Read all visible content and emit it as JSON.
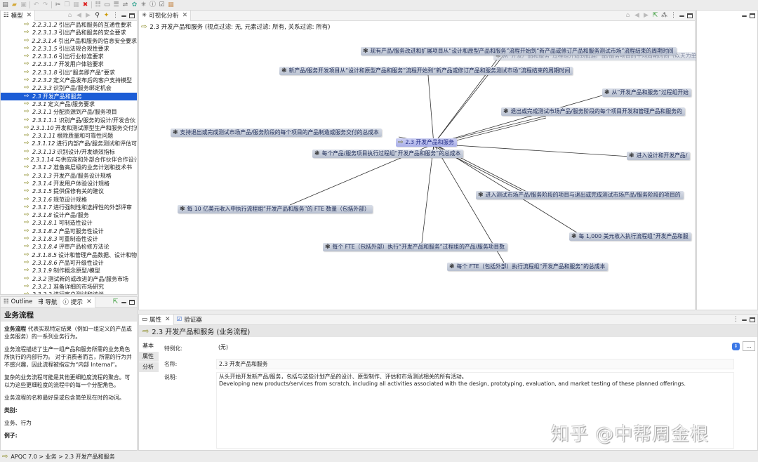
{
  "toolbar": {
    "icons": [
      "new-icon",
      "open-folder-icon",
      "save-icon",
      "undo-icon",
      "redo-icon",
      "cut-icon",
      "copy-icon",
      "paste-icon",
      "delete-icon",
      "tree-icon",
      "layout-icon",
      "hierarchy-icon",
      "link-icon",
      "palette-icon",
      "visualize-icon",
      "info-icon",
      "validate-icon",
      "grid-icon"
    ]
  },
  "model_panel": {
    "tab_label": "模型",
    "tree": [
      {
        "num": "2.2.3.1.2",
        "label": "引出产品和服务的互通性要求"
      },
      {
        "num": "2.2.3.1.3",
        "label": "引出产品和服务的安全要求"
      },
      {
        "num": "2.2.3.1.4",
        "label": "引出产品和服务的信息安全要求"
      },
      {
        "num": "2.2.3.1.5",
        "label": "引出法规合规性要求"
      },
      {
        "num": "2.2.3.1.6",
        "label": "引出行业标准要求"
      },
      {
        "num": "2.2.3.1.7",
        "label": "开发用户体验要求"
      },
      {
        "num": "2.2.3.1.8",
        "label": "引出“服务即产品”要求"
      },
      {
        "num": "2.2.3.2",
        "label": "定义产品发布后的客户支持模型"
      },
      {
        "num": "2.2.3.3",
        "label": "识别产品/服务绑定机会"
      },
      {
        "num": "2.3",
        "label": "开发产品和服务",
        "selected": true
      },
      {
        "num": "2.3.1",
        "label": "定义产品/服务要求"
      },
      {
        "num": "2.3.1.1",
        "label": "分配资源到产品/服务项目"
      },
      {
        "num": "2.3.1.1.1",
        "label": "识别产品/服务的设计/开发合伙"
      },
      {
        "num": "2.3.1.10",
        "label": "开发和测试原型生产和服务交付流"
      },
      {
        "num": "2.3.1.11",
        "label": "根除质量和可靠性问题"
      },
      {
        "num": "2.3.1.12",
        "label": "进行内部产品/服务测试和评估可"
      },
      {
        "num": "2.3.1.13",
        "label": "识别设计/开发绩效指标"
      },
      {
        "num": "2.3.1.14",
        "label": "与供应商和外部合作伙伴合作设计"
      },
      {
        "num": "2.3.1.2",
        "label": "准备高层级的业务计划和技术书"
      },
      {
        "num": "2.3.1.3",
        "label": "开发产品/服务设计规格"
      },
      {
        "num": "2.3.1.4",
        "label": "开发用户体验设计规格"
      },
      {
        "num": "2.3.1.5",
        "label": "提供保修有关的建议"
      },
      {
        "num": "2.3.1.6",
        "label": "规范设计规格"
      },
      {
        "num": "2.3.1.7",
        "label": "进行强制性和选择性的外部评审"
      },
      {
        "num": "2.3.1.8",
        "label": "设计产品/服务"
      },
      {
        "num": "2.3.1.8.1",
        "label": "可制造性设计"
      },
      {
        "num": "2.3.1.8.2",
        "label": "产品可服务性设计"
      },
      {
        "num": "2.3.1.8.3",
        "label": "可重制造性设计"
      },
      {
        "num": "2.3.1.8.4",
        "label": "评审产品检修方法论"
      },
      {
        "num": "2.3.1.8.5",
        "label": "设计和管理产品数据、设计和物"
      },
      {
        "num": "2.3.1.8.6",
        "label": "产品可升级性设计"
      },
      {
        "num": "2.3.1.9",
        "label": "制作概念原型/模型"
      },
      {
        "num": "2.3.2",
        "label": "测试新的或改进的产品/服务市场"
      },
      {
        "num": "2.3.2.1",
        "label": "准备详细的市场研究"
      },
      {
        "num": "2.3.2.2",
        "label": "进行客户测试和访谈"
      }
    ]
  },
  "info_panel": {
    "tabs": [
      "Outline",
      "导航",
      "提示"
    ],
    "title": "业务流程",
    "term": "业务流程",
    "p1_rest": " 代表实现特定结果（例如一组定义的产品或业务服务）的一系列业务行为。",
    "p2": "业务流程描述了生产一组产品和服务所需的业务角色所执行的内部行为。 对于消费者而言，所需的行为并不感兴趣，因此流程被指定为“内部 Internal”。",
    "p3": "复杂的业务流程可能是其他更细粒度流程的聚合。可以为这些更细粒度的流程中的每一个分配角色。",
    "p4": "业务流程的名称最好是或包含简单现在时的动词。",
    "category_label": "类别:",
    "category_value": "业务、行为",
    "example_label": "例子:"
  },
  "diagram_panel": {
    "tab_label": "可视化分析",
    "header": "2.3 开发产品和服务 (视点过滤: 无, 元素过滤: 所有, 关系过滤: 所有)",
    "center_node": "2.3 开发产品和服务",
    "kpi_nodes": [
      "现有产品/服务改进和扩展项目从“设计和原型产品和服务”流程开始到“新产品或修订产品和服务测试市场”流程结束的周期时间",
      "从“开发产品和服务”过程组开始到批准产品/服务项目的平均周期时间（以天为单位）",
      "新产品/服务开发项目从“设计和原型产品和服务”流程开始到“新产品或修订产品和服务测试市场”流程结束的周期时间",
      "从“开发产品和服务”过程组开始",
      "退出或完成测试市场产品/服务阶段的每个项目开发和管理产品和服务的",
      "支持退出或完成测试市场产品/服务阶段的每个项目的产品制造或服务交付的总成本",
      "每个产品/服务项目执行过程组“开发产品和服务”的总成本",
      "进入设计和开发产品/",
      "进入测试市场产品/服务阶段的项目与退出或完成测试市场产品/服务阶段的项目的",
      "每 10 亿美元收入中执行流程组“开发产品和服务”的 FTE 数量（包括外部）",
      "每 1,000 美元收入执行流程组“开发产品和服",
      "每个 FTE（包括外部）执行“开发产品和服务”过程组的产品/服务项目数",
      "每个 FTE（包括外部）执行流程组“开发产品和服务”的总成本"
    ]
  },
  "properties_panel": {
    "tabs": [
      "属性",
      "验证器"
    ],
    "header": "2.3 开发产品和服务 (业务流程)",
    "side_tabs": [
      "基本",
      "属性",
      "分析"
    ],
    "specialization_label": "特例化:",
    "specialization_value": "(无)",
    "more_button": "...",
    "name_label": "名称:",
    "name_value": "2.3 开发产品和服务",
    "desc_label": "说明:",
    "desc_zh": "从头开始开发新产品/服务，包括与这些计划产品的设计、原型制作、评估和市场测试相关的所有活动。",
    "desc_en": "Developing new products/services from scratch, including all activities associated with the design, prototyping, evaluation, and market testing of these planned offerings."
  },
  "statusbar": {
    "path": "APQC 7.0 > 业务 > 2.3 开发产品和服务"
  },
  "watermark": "知乎 @中帮周金根",
  "colors": {
    "selection": "#1c5dd6",
    "node_center": "#b6bbee",
    "node_kpi": "#c5ccda"
  }
}
